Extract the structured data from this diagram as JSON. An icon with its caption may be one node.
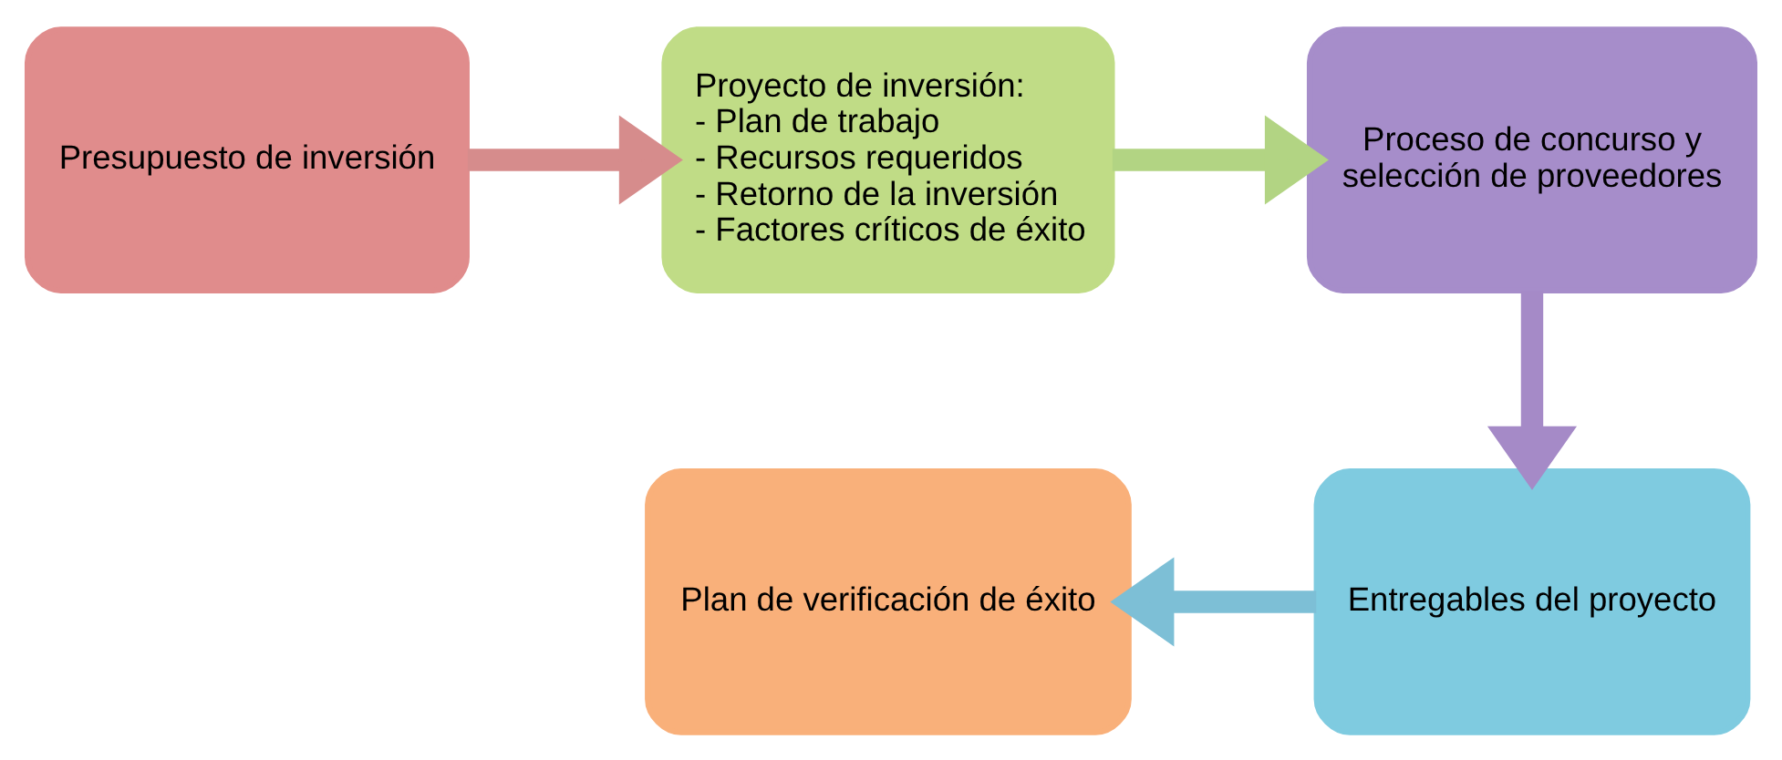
{
  "diagram": {
    "nodes": [
      {
        "text": [
          "Presupuesto de inversión"
        ]
      },
      {
        "text": [
          "Proyecto de inversión:",
          "- Plan de trabajo",
          "- Recursos requeridos",
          "- Retorno de la inversión",
          "- Factores críticos de éxito"
        ]
      },
      {
        "text": [
          "Proceso de concurso y selección de proveedores"
        ]
      },
      {
        "text": [
          "Entregables del proyecto"
        ]
      },
      {
        "text": [
          "Plan de verificación de éxito"
        ]
      }
    ],
    "edges": [
      {
        "from": 0,
        "to": 1,
        "arrow": "to",
        "color": "#d68c8c"
      },
      {
        "from": 1,
        "to": 2,
        "arrow": "to",
        "color": "#b2d483"
      },
      {
        "from": 2,
        "to": 3,
        "arrow": "to",
        "color": "#a58ac7"
      },
      {
        "from": 3,
        "to": 4,
        "arrow": "to",
        "color": "#7dbfd6"
      }
    ]
  }
}
